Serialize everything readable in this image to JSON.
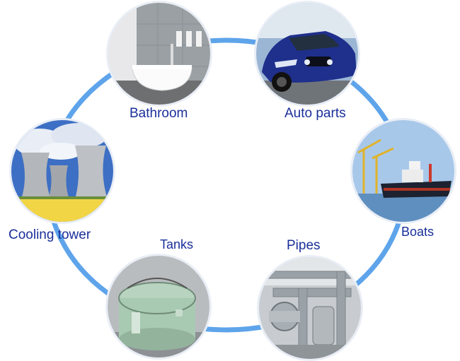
{
  "ring_color": "#5ea4ea",
  "label_color": "#1a2f9a",
  "nodes": [
    {
      "id": "bathroom",
      "label": "Bathroom",
      "icon": "bathtub-photo"
    },
    {
      "id": "auto-parts",
      "label": "Auto parts",
      "icon": "car-photo"
    },
    {
      "id": "boats",
      "label": "Boats",
      "icon": "ship-photo"
    },
    {
      "id": "pipes",
      "label": "Pipes",
      "icon": "pipes-photo"
    },
    {
      "id": "tanks",
      "label": "Tanks",
      "icon": "tank-photo"
    },
    {
      "id": "cooling-tower",
      "label": "Cooling tower",
      "icon": "cooling-tower-photo"
    }
  ]
}
